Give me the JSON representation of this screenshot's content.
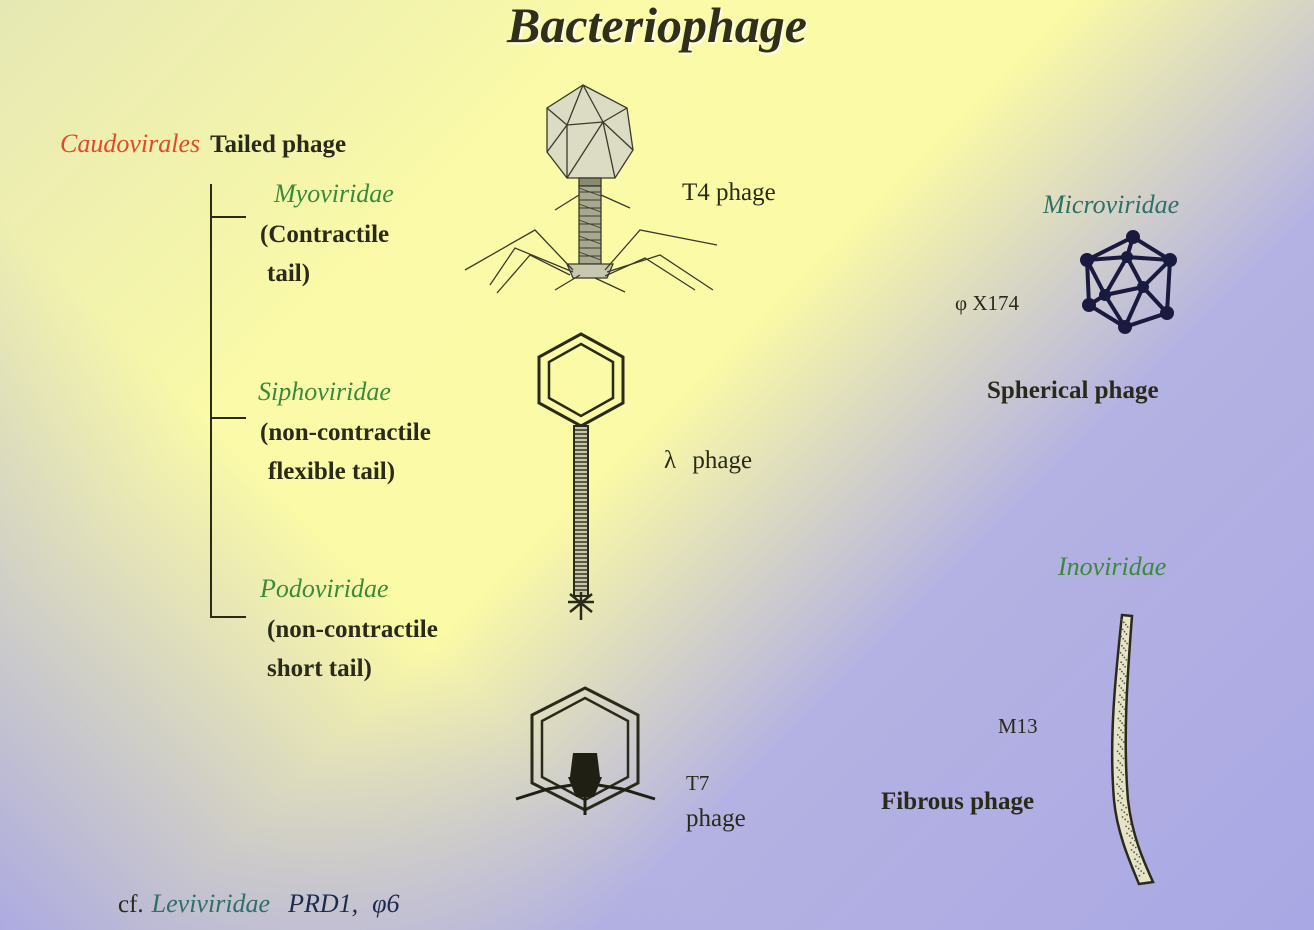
{
  "title": "Bacteriophage",
  "tailed": {
    "order": "Caudovirales",
    "order_label": "Tailed phage",
    "families": [
      {
        "name": "Myoviridae",
        "desc_line1": "(Contractile",
        "desc_line2": "tail)"
      },
      {
        "name": "Siphoviridae",
        "desc_line1": "(non-contractile",
        "desc_line2": "flexible tail)"
      },
      {
        "name": "Podoviridae",
        "desc_line1": "(non-contractile",
        "desc_line2": "short tail)"
      }
    ]
  },
  "phages": {
    "t4": "T4 phage",
    "lambda_symbol": "λ",
    "lambda_label": "phage",
    "t7_line1": "T7",
    "t7_line2": "phage"
  },
  "spherical": {
    "family": "Microviridae",
    "example": "φ X174",
    "label": "Spherical phage"
  },
  "fibrous": {
    "family": "Inoviridae",
    "example": "M13",
    "label": "Fibrous phage"
  },
  "footnote": {
    "prefix": "cf.",
    "family": "Leviviridae",
    "examples": "PRD1,",
    "phi": "φ6"
  },
  "colors": {
    "caudovirales": "#e04a2a",
    "family_green": "#3a8a3a",
    "family_teal": "#2f6f6a",
    "ink": "#2a2a1a"
  }
}
